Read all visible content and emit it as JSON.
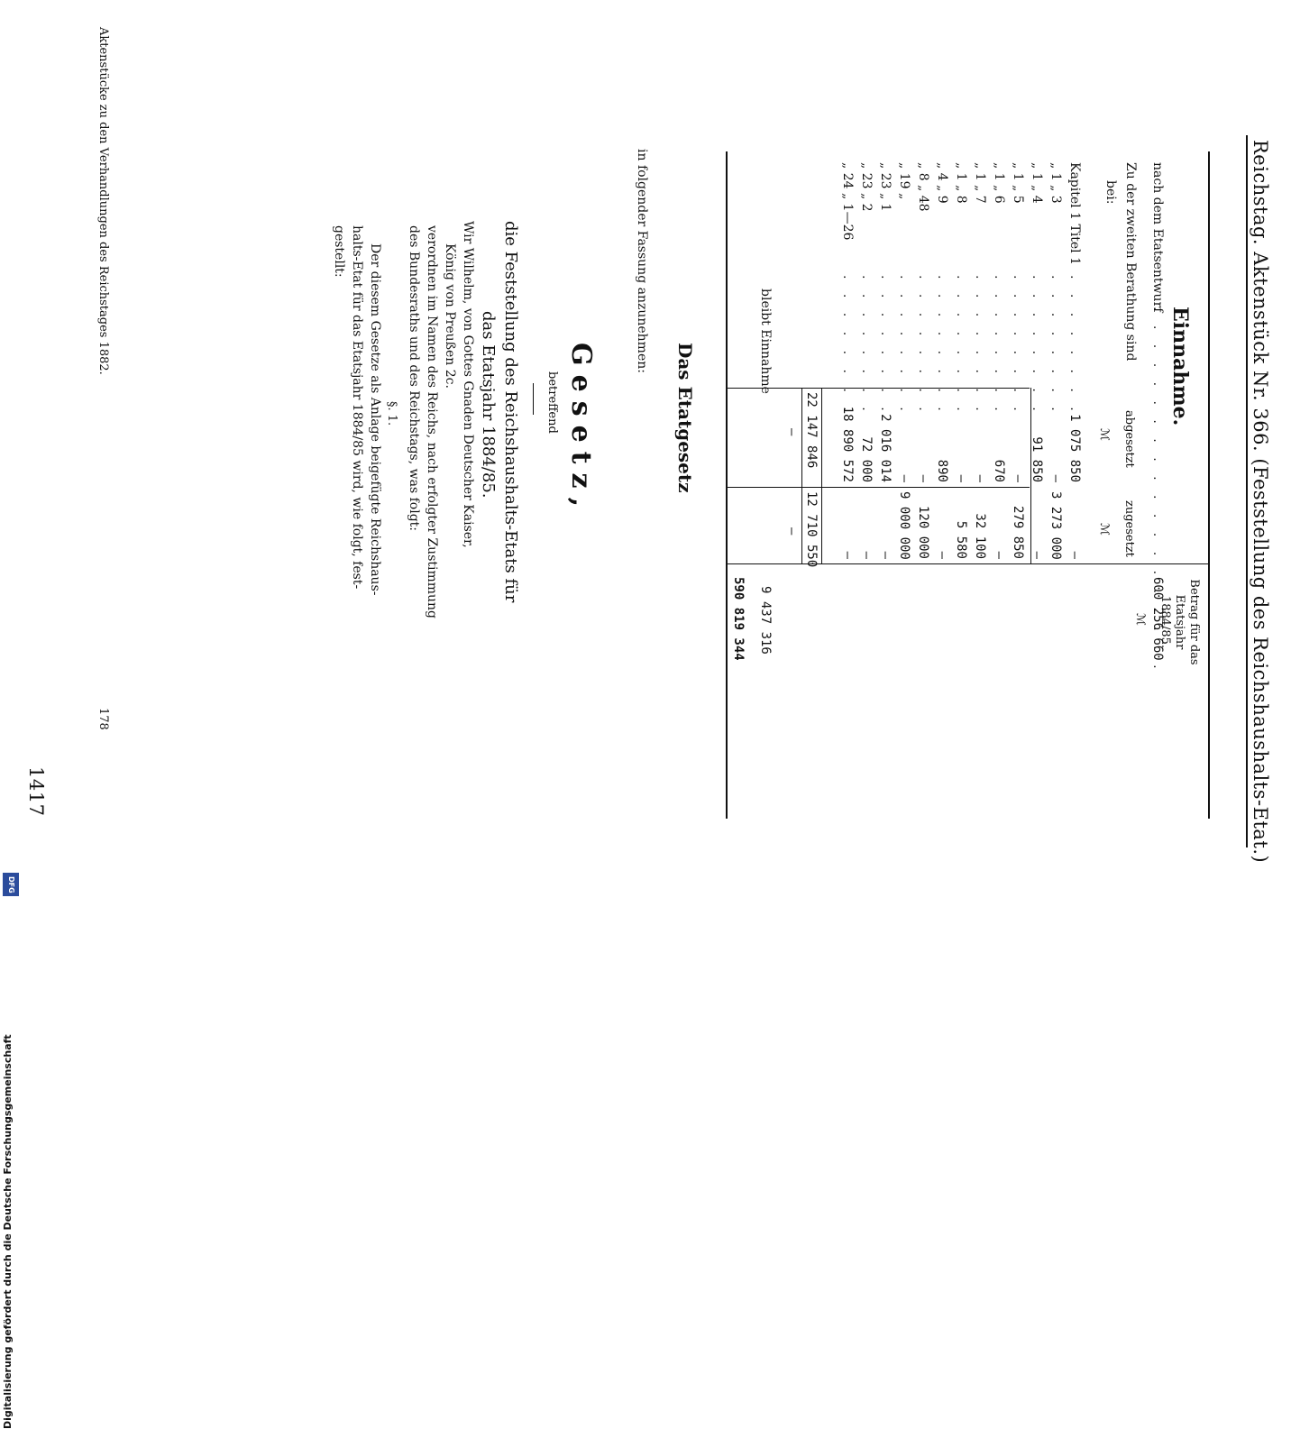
{
  "header": {
    "left": "Reichstag. Aktenstück Nr. 366. (Feststellung des Reichshaushalts-Etat.)",
    "page_number": "1417"
  },
  "table": {
    "heading": "Einnahme.",
    "col_betrag_header": "Betrag für das Etatsjahr 1884/85.",
    "col_abgesetzt": "abgesetzt",
    "col_zugesetzt": "zugesetzt",
    "unit_mark": "ℳ",
    "base_label": "nach dem Etatsentwurf",
    "base_value": "600 256 660",
    "intro_label_1": "Zu der zweiten Berathung sind",
    "intro_label_2": "bei:",
    "rows": [
      {
        "label": "Kapitel 1 Titel 1",
        "abgesetzt": "1 075 850",
        "zugesetzt": "—"
      },
      {
        "label": "„ 1 „ 3",
        "abgesetzt": "—",
        "zugesetzt": "3 273 000"
      },
      {
        "label": "„ 1 „ 4",
        "abgesetzt": "91 850",
        "zugesetzt": "—"
      },
      {
        "label": "„ 1 „ 5",
        "abgesetzt": "—",
        "zugesetzt": "279 850"
      },
      {
        "label": "„ 1 „ 6",
        "abgesetzt": "670",
        "zugesetzt": "—"
      },
      {
        "label": "„ 1 „ 7",
        "abgesetzt": "—",
        "zugesetzt": "32 100"
      },
      {
        "label": "„ 1 „ 8",
        "abgesetzt": "—",
        "zugesetzt": "5 580"
      },
      {
        "label": "„ 4 „ 9",
        "abgesetzt": "890",
        "zugesetzt": "—"
      },
      {
        "label": "„ 8 „ 48",
        "abgesetzt": "—",
        "zugesetzt": "120 000"
      },
      {
        "label": "„ 19 „",
        "abgesetzt": "—",
        "zugesetzt": "9 000 000"
      },
      {
        "label": "„ 23 „ 1",
        "abgesetzt": "2 016 014",
        "zugesetzt": "—"
      },
      {
        "label": "„ 23 „ 2",
        "abgesetzt": "72 000",
        "zugesetzt": "—"
      },
      {
        "label": "„ 24 „ 1—26",
        "abgesetzt": "18 890 572",
        "zugesetzt": "—"
      }
    ],
    "sum_abgesetzt": "22 147 846",
    "sum_zugesetzt": "12 710 550",
    "diff_value": "9 437 316",
    "remaining_label": "bleibt Einnahme",
    "remaining_value": "590 819 344",
    "dash": "—"
  },
  "law": {
    "section_title": "Das Etatgesetz",
    "intro": "in folgender Fassung anzunehmen:",
    "gesetz_title": "Gesetz,",
    "betreffend": "betreffend",
    "subject_1": "die Feststellung des Reichshaushalts-Etats für",
    "subject_2": "das Etatsjahr 1884/85.",
    "body_1": "Wir Wilhelm, von Gottes Gnaden Deutscher Kaiser,",
    "body_2": "König von Preußen 2c.",
    "body_3": "verordnen im Namen des Reichs, nach erfolgter Zustimmung",
    "body_4": "des Bundesraths und des Reichstags, was folgt:",
    "paragraph": "§. 1.",
    "p1_1": "Der diesem Gesetze als Anlage beigefügte Reichshaus-",
    "p1_2": "halts-Etat für das Etatsjahr 1884/85 wird, wie folgt, fest-",
    "p1_3": "gestellt:"
  },
  "footer": {
    "left": "Aktenstücke zu den Verhandlungen des Reichstages 1882.",
    "number": "178"
  },
  "digitization_note": "Digitalisierung gefördert durch die Deutsche Forschungsgemeinschaft",
  "dfg_logo": "DFG"
}
